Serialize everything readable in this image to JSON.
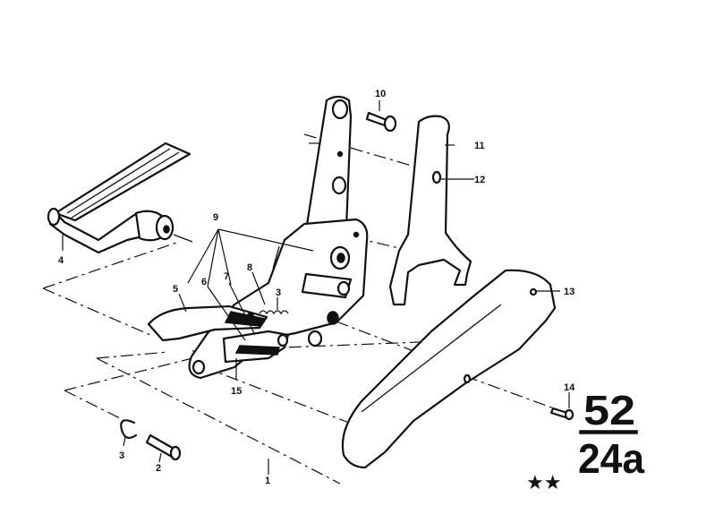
{
  "callouts": {
    "c1": "1",
    "c2": "2",
    "c3": "3",
    "c4": "4",
    "c5": "5",
    "c6": "6",
    "c7": "7",
    "c8": "8",
    "c9": "9",
    "c10": "10",
    "c11": "11",
    "c12": "12",
    "c13": "13",
    "c14": "14",
    "c15": "15",
    "c3b": "3"
  },
  "group_number": "52",
  "sub_group": "24a",
  "rating_stars": "★★"
}
